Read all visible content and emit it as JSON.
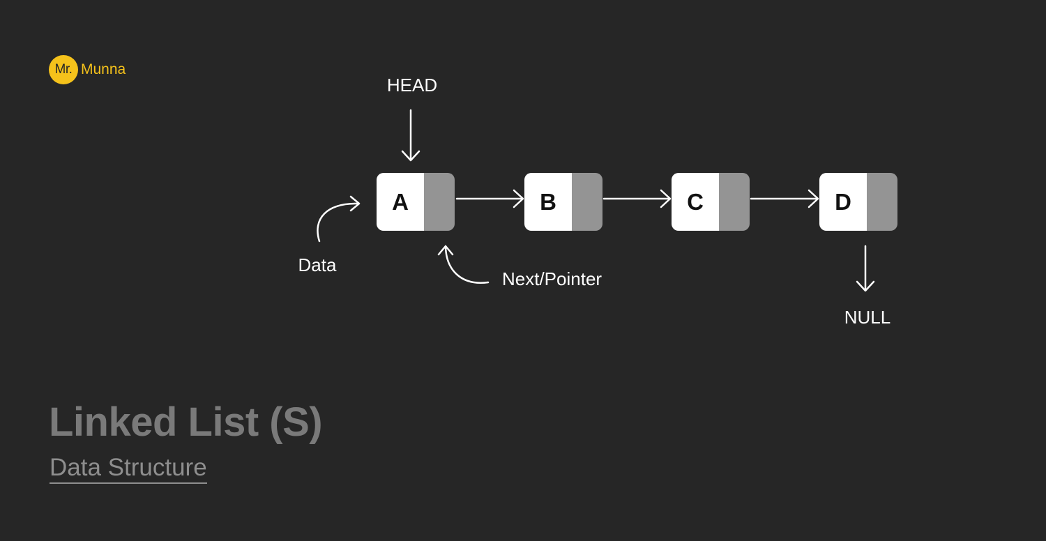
{
  "logo": {
    "badge": "Mr.",
    "text": "Munna",
    "color": "#f5c21b"
  },
  "diagram": {
    "head_label": "HEAD",
    "nodes": [
      "A",
      "B",
      "C",
      "D"
    ],
    "data_label": "Data",
    "pointer_label": "Next/Pointer",
    "null_label": "NULL"
  },
  "title": "Linked List (S)",
  "subtitle": "Data Structure",
  "colors": {
    "background": "#262626",
    "node_data": "#ffffff",
    "node_pointer": "#949494",
    "arrows": "#ffffff",
    "title": "#7a7a7a",
    "subtitle": "#8e8e8e"
  }
}
